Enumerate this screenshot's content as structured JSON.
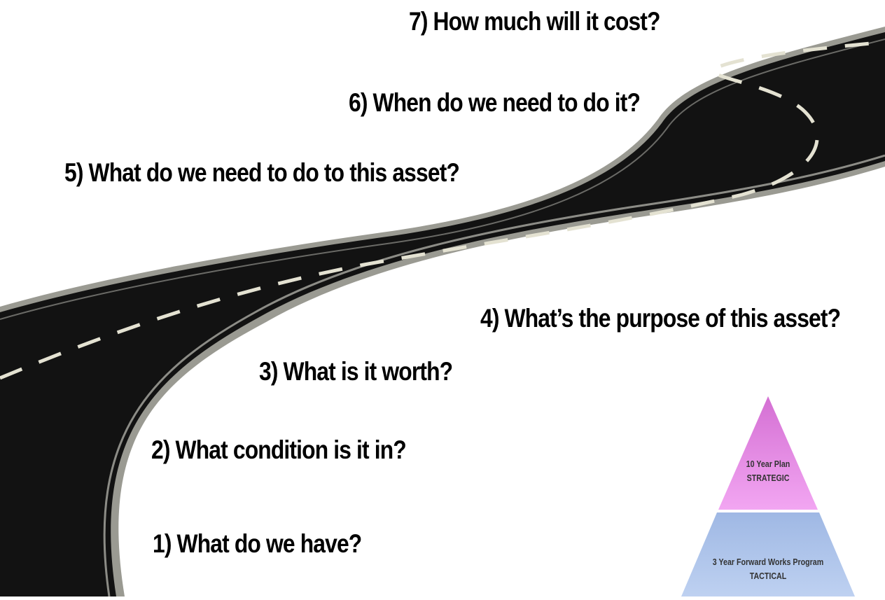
{
  "questions": {
    "q1": "1) What do we have?",
    "q2": "2) What condition is it in?",
    "q3": "3) What is it worth?",
    "q4": "4) What’s the purpose of this asset?",
    "q5": "5) What do we need to do to this asset?",
    "q6": "6) When do we need to do it?",
    "q7": "7) How much will it cost?"
  },
  "pyramid": {
    "top": {
      "line1": "10 Year Plan",
      "line2": "STRATEGIC",
      "color": "#e58ae3"
    },
    "bottom": {
      "line1": "3 Year Forward Works Program",
      "line2": "TACTICAL",
      "color": "#a9c0e6"
    }
  },
  "colors": {
    "road": "#121212",
    "road_edge": "#9a9a92",
    "lane_marking": "#e4e2d2",
    "text": "#000000"
  },
  "icons": {
    "road": "winding-road-illustration",
    "pyramid": "planning-pyramid"
  }
}
